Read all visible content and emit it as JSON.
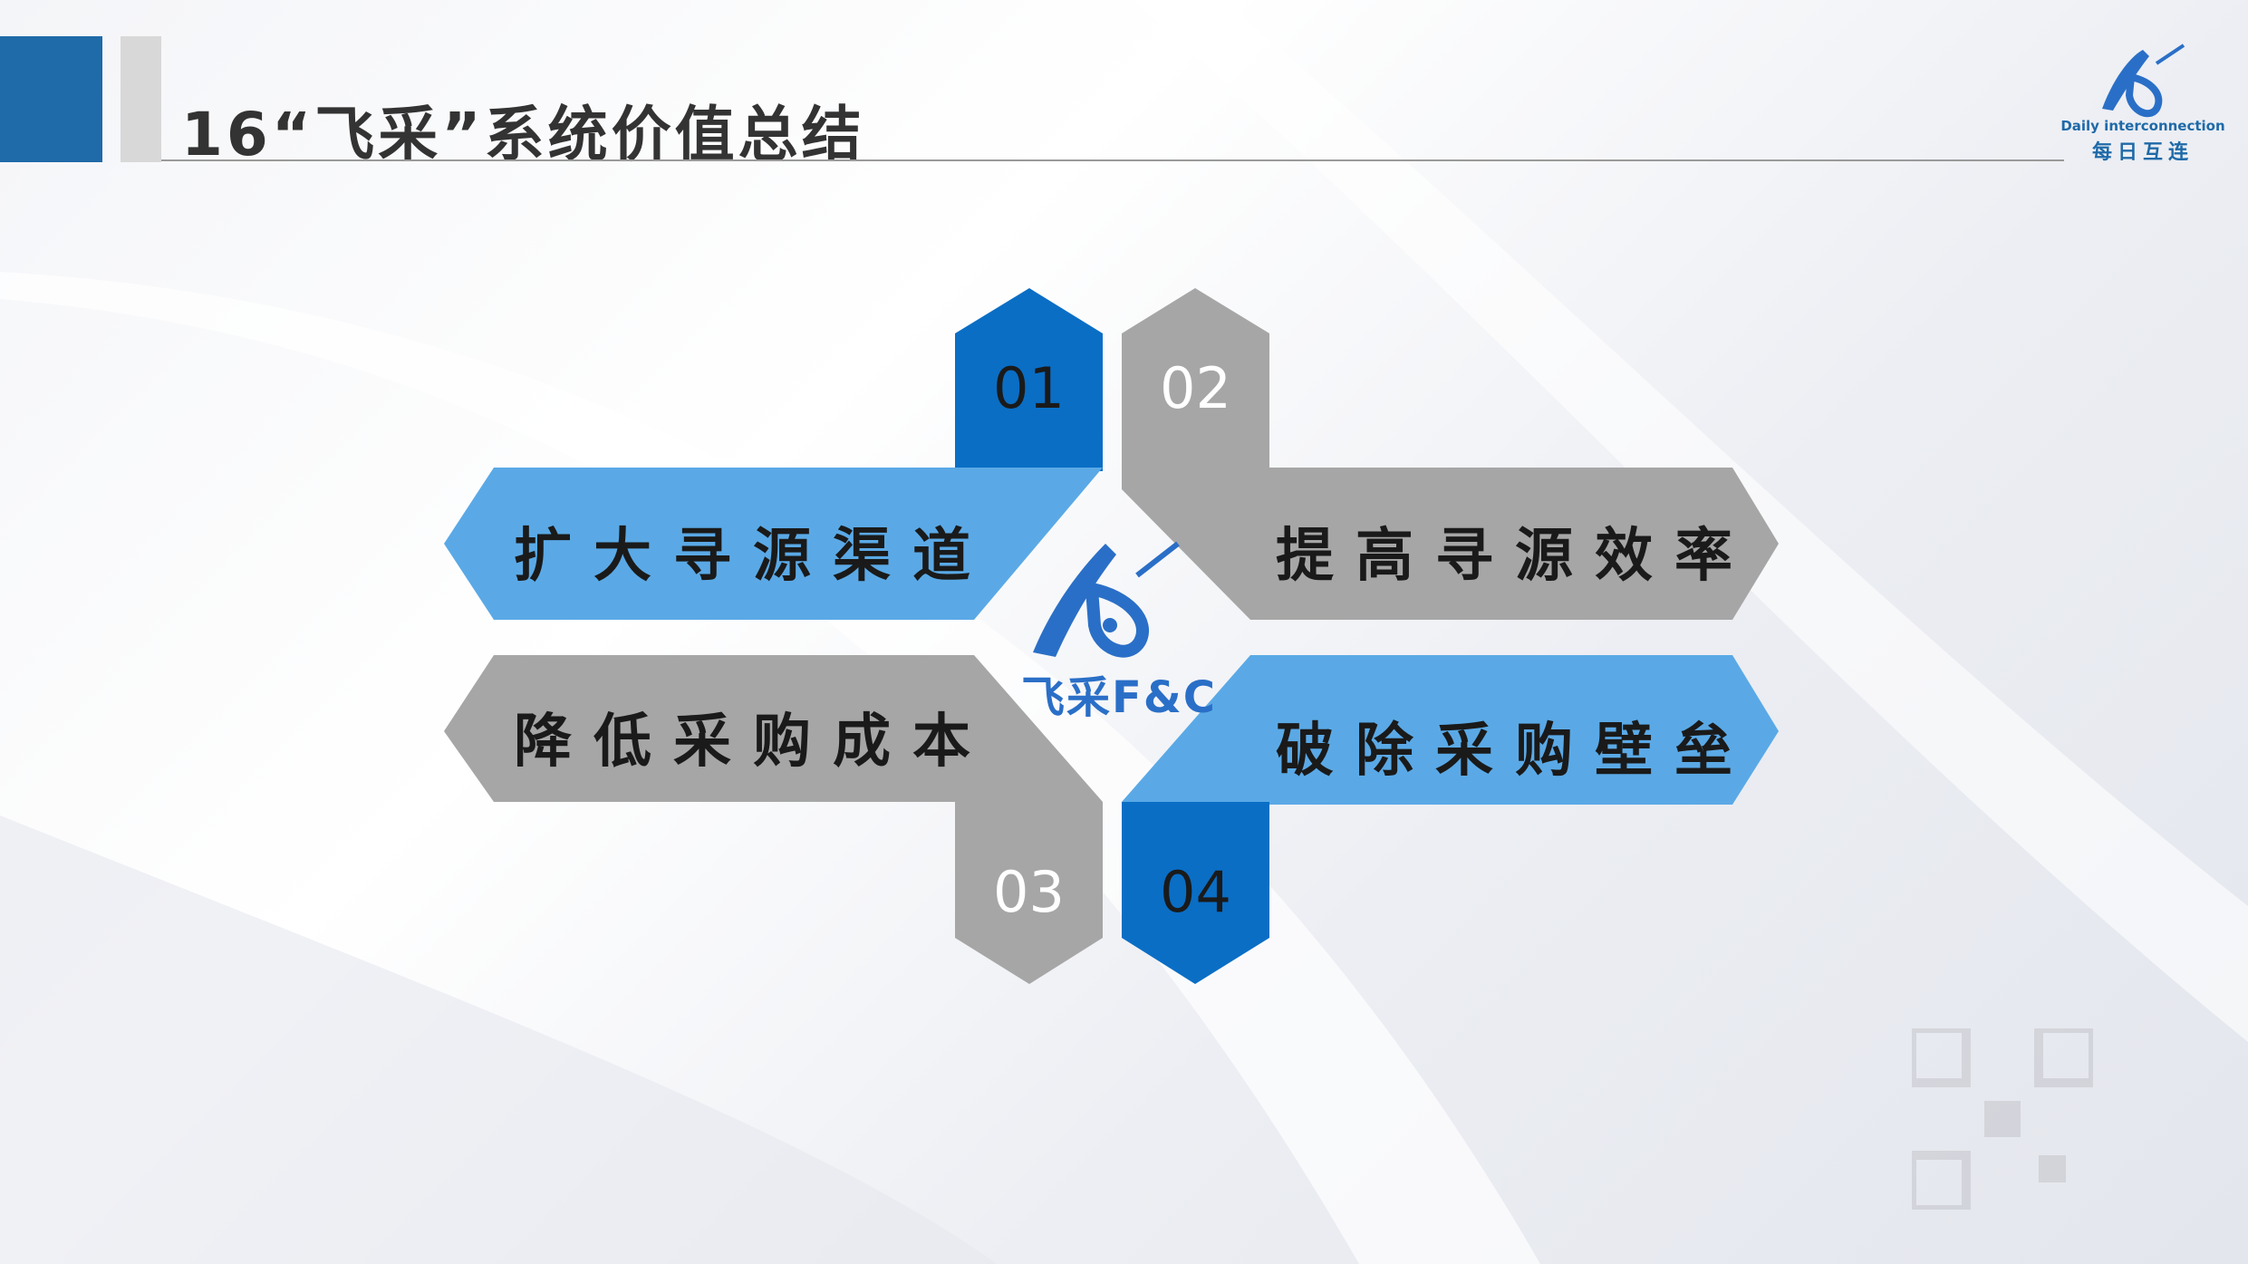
{
  "header": {
    "title": "16“飞采”系统价值总结"
  },
  "brand": {
    "tagline": "Daily interconnection",
    "name": "每日互连"
  },
  "center_logo": {
    "text": "飞采F&C"
  },
  "items": [
    {
      "number": "01",
      "label": "扩大寻源渠道"
    },
    {
      "number": "02",
      "label": "提高寻源效率"
    },
    {
      "number": "03",
      "label": "降低采购成本"
    },
    {
      "number": "04",
      "label": "破除采购壁垒"
    }
  ],
  "colors": {
    "primary_blue": "#1f6aa8",
    "dark_blue": "#0a6ec5",
    "light_blue": "#5aa9e6",
    "gray": "#a6a6a6"
  }
}
